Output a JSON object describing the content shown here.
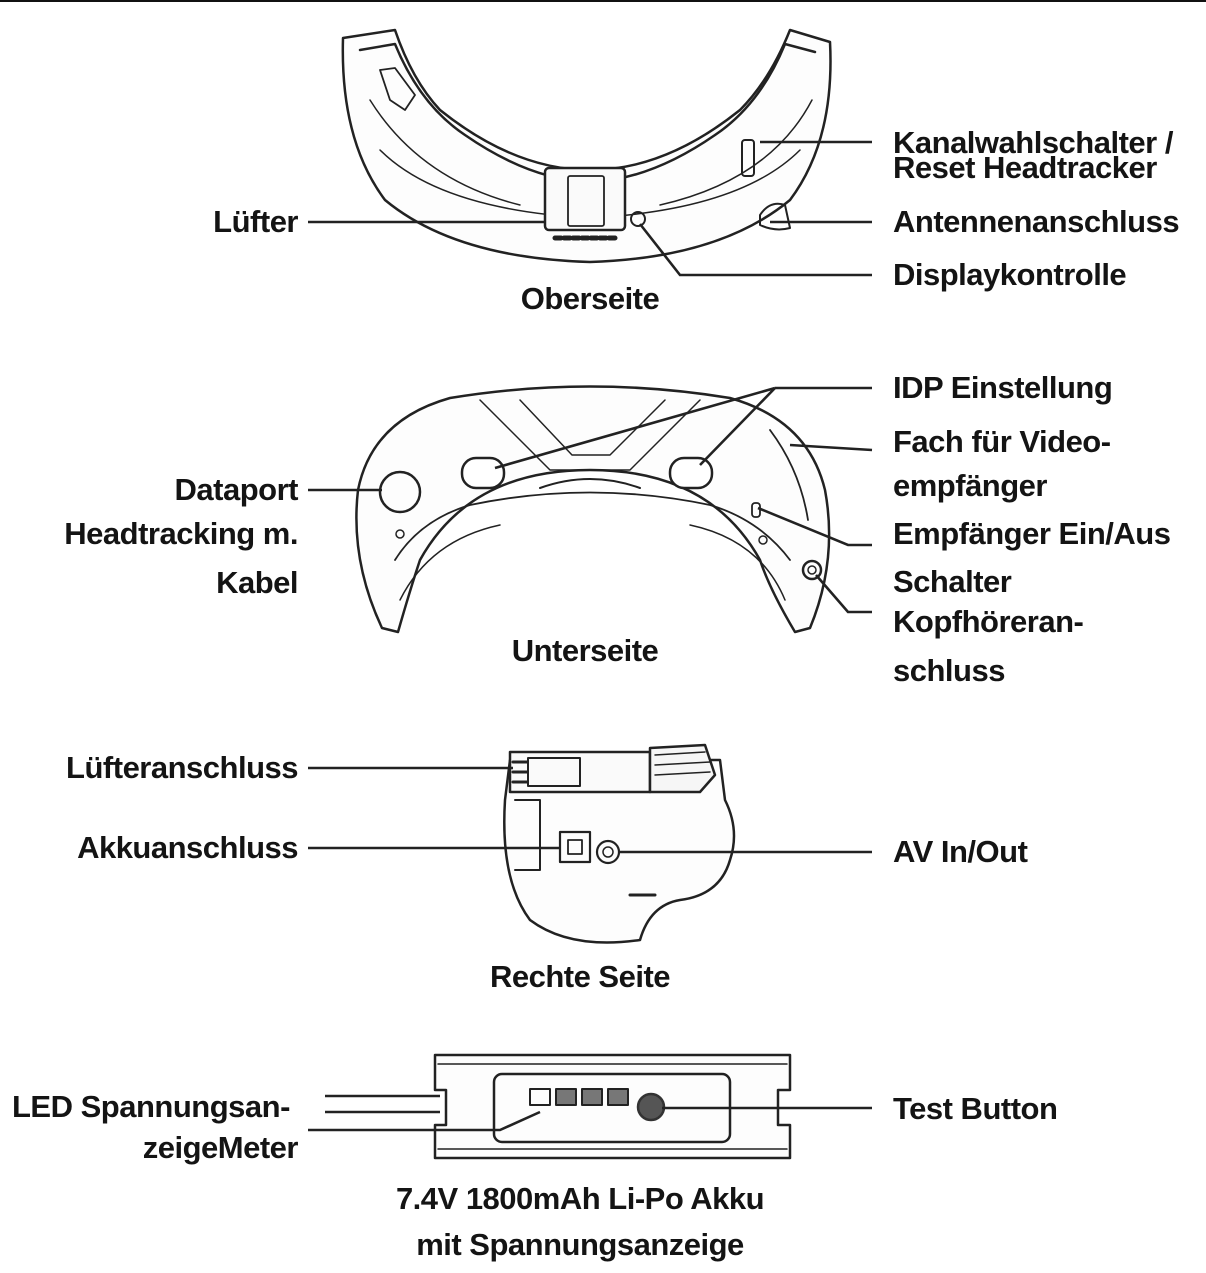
{
  "views": {
    "top": {
      "caption": "Oberseite",
      "labels": {
        "fan": "Lüfter",
        "channel_switch_1": "Kanalwahlschalter /",
        "channel_switch_2": "Reset Headtracker",
        "antenna": "Antennenanschluss",
        "display_control": "Displaykontrolle"
      }
    },
    "bottom": {
      "caption": "Unterseite",
      "labels": {
        "dataport_1": "Dataport",
        "dataport_2": "Headtracking m.",
        "dataport_3": "Kabel",
        "idp": "IDP Einstellung",
        "video_bay_1": "Fach für Video-",
        "video_bay_2": "empfänger",
        "receiver_switch": "Empfänger Ein/Aus",
        "headphone_1": "Schalter",
        "headphone_2": "Kopfhöreran-",
        "headphone_3": "schluss"
      }
    },
    "right": {
      "caption": "Rechte Seite",
      "labels": {
        "fan_port": "Lüfteranschluss",
        "battery_port": "Akkuanschluss",
        "av": "AV In/Out"
      }
    },
    "battery": {
      "caption_1": "7.4V 1800mAh Li-Po Akku",
      "caption_2": "mit Spannungsanzeige",
      "labels": {
        "led_1": "LED Spannungsan-",
        "led_2": "zeigeMeter",
        "test_button": "Test Button"
      }
    }
  },
  "colors": {
    "ink": "#141414",
    "line": "#222222",
    "fill_light": "#f4f4f4",
    "button_fill": "#555555"
  }
}
